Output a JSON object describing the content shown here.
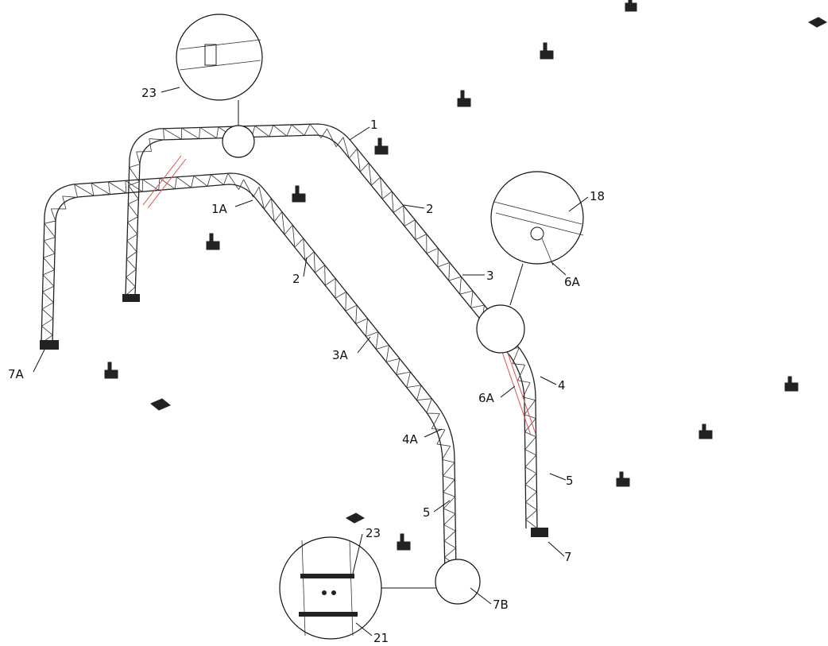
{
  "diagram": {
    "part_labels": [
      {
        "id": "label-23-top",
        "text": "23"
      },
      {
        "id": "label-1",
        "text": "1"
      },
      {
        "id": "label-1A",
        "text": "1A"
      },
      {
        "id": "label-2-right",
        "text": "2"
      },
      {
        "id": "label-2-left",
        "text": "2"
      },
      {
        "id": "label-18",
        "text": "18"
      },
      {
        "id": "label-6A-detail",
        "text": "6A"
      },
      {
        "id": "label-3",
        "text": "3"
      },
      {
        "id": "label-3A",
        "text": "3A"
      },
      {
        "id": "label-4",
        "text": "4"
      },
      {
        "id": "label-6A",
        "text": "6A"
      },
      {
        "id": "label-4A",
        "text": "4A"
      },
      {
        "id": "label-5-right",
        "text": "5"
      },
      {
        "id": "label-5-left",
        "text": "5"
      },
      {
        "id": "label-7A",
        "text": "7A"
      },
      {
        "id": "label-7",
        "text": "7"
      },
      {
        "id": "label-23-bottom",
        "text": "23"
      },
      {
        "id": "label-7B",
        "text": "7B"
      },
      {
        "id": "label-21",
        "text": "21"
      }
    ],
    "colors": {
      "line": "#222222",
      "brace": "#d9534f",
      "background": "#ffffff"
    }
  }
}
